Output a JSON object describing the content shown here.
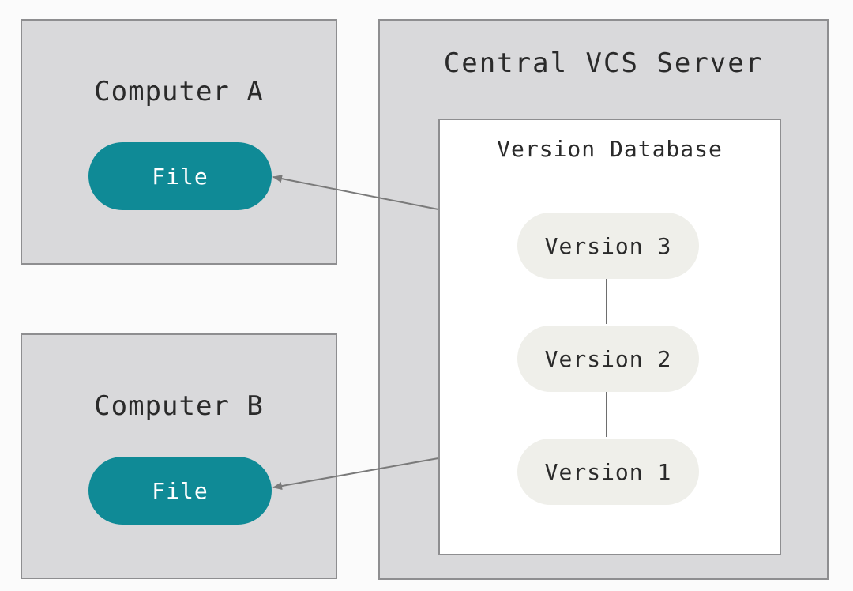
{
  "computer_a": {
    "title": "Computer A",
    "file_label": "File"
  },
  "computer_b": {
    "title": "Computer B",
    "file_label": "File"
  },
  "server": {
    "title": "Central VCS Server",
    "database": {
      "title": "Version Database",
      "versions": [
        "Version 3",
        "Version 2",
        "Version 1"
      ]
    }
  },
  "colors": {
    "box_fill": "#d9d9db",
    "file_pill": "#0f8a96",
    "version_pill": "#efefea",
    "arrow": "#7a7a7a"
  }
}
